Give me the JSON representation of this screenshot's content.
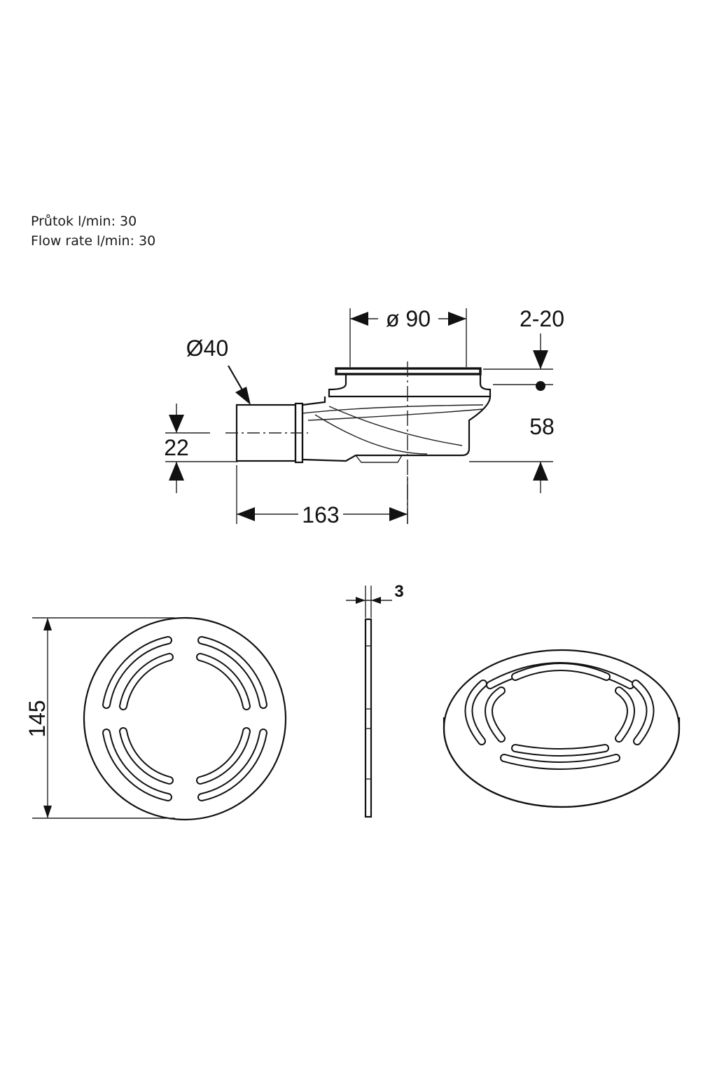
{
  "flow_rate": {
    "line_cz": "Průtok l/min: 30",
    "line_en": "Flow rate l/min: 30"
  },
  "dimensions": {
    "outer_diameter": "ø 90",
    "pipe_diameter": "Ø40",
    "adjust_range": "2-20",
    "height": "58",
    "outlet_height": "22",
    "length": "163",
    "grate_diameter": "145",
    "grate_thickness": "3"
  }
}
